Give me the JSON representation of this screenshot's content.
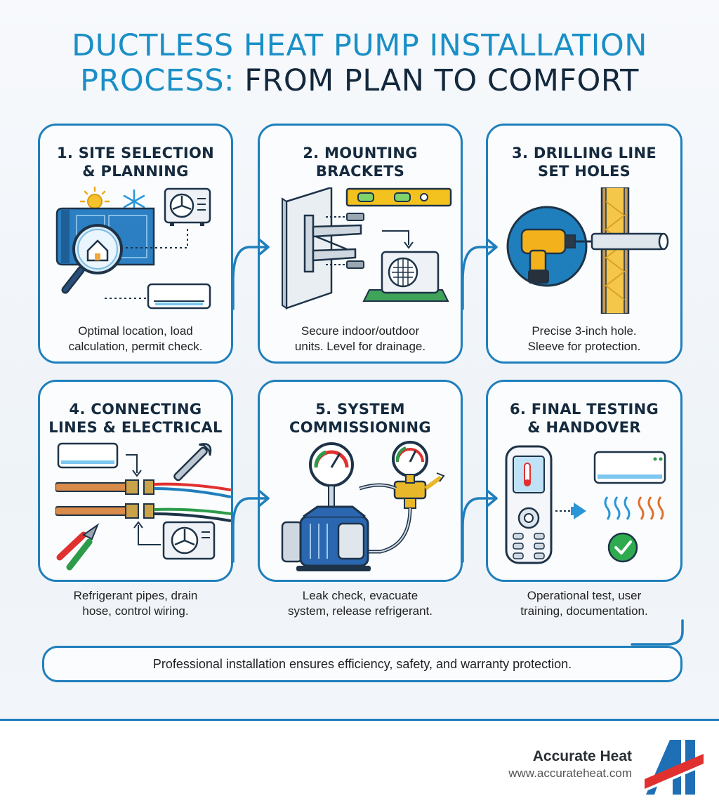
{
  "title": {
    "line1": "DUCTLESS HEAT PUMP INSTALLATION",
    "line2a": "PROCESS:",
    "line2b": "FROM PLAN TO COMFORT"
  },
  "steps": [
    {
      "title1": "1. SITE SELECTION",
      "title2": "& PLANNING",
      "desc1": "Optimal location, load",
      "desc2": "calculation, permit check."
    },
    {
      "title1": "2. MOUNTING",
      "title2": "BRACKETS",
      "desc1": "Secure indoor/outdoor",
      "desc2": "units. Level for drainage."
    },
    {
      "title1": "3. DRILLING LINE",
      "title2": "SET HOLES",
      "desc1": "Precise 3-inch hole.",
      "desc2": "Sleeve for protection."
    },
    {
      "title1": "4. CONNECTING",
      "title2": "LINES & ELECTRICAL",
      "desc1": "Refrigerant pipes, drain",
      "desc2": "hose, control wiring."
    },
    {
      "title1": "5. SYSTEM",
      "title2": "COMMISSIONING",
      "desc1": "Leak check, evacuate",
      "desc2": "system, release refrigerant."
    },
    {
      "title1": "6. FINAL TESTING",
      "title2": "& HANDOVER",
      "desc1": "Operational test, user",
      "desc2": "training, documentation."
    }
  ],
  "footer_note": "Professional installation ensures efficiency, safety, and warranty protection.",
  "brand": {
    "name": "Accurate Heat",
    "url": "www.accurateheat.com"
  },
  "colors": {
    "accent": "#1f7fbc",
    "title_blue": "#1a8fc6",
    "dark": "#13283c",
    "logo_red": "#e0312f",
    "logo_blue": "#1f6fb5"
  }
}
